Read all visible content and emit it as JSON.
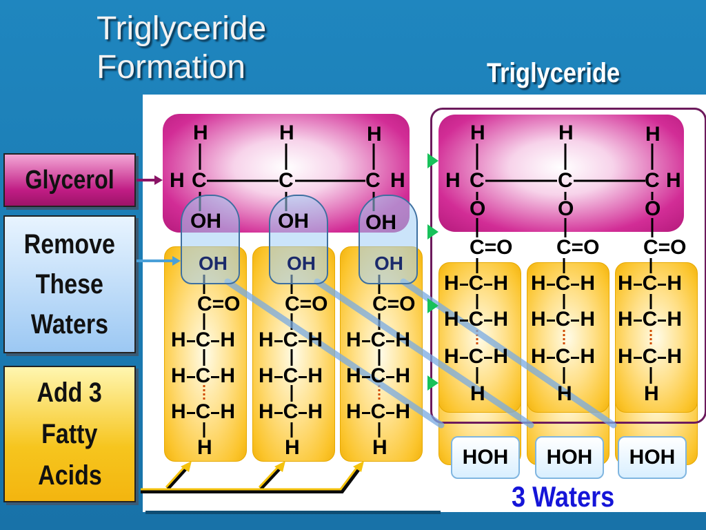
{
  "title": {
    "line1": "Triglyceride",
    "line2": "Formation"
  },
  "product_heading": "Triglyceride",
  "labels": {
    "glycerol": "Glycerol",
    "remove": [
      "Remove",
      "These",
      "Waters"
    ],
    "add": [
      "Add 3",
      "Fatty",
      "Acids"
    ]
  },
  "atoms": {
    "H": "H",
    "C": "C",
    "O": "O",
    "OH": "OH",
    "CO": "C=O"
  },
  "water_label": "HOH",
  "waters_caption": "3 Waters",
  "colors": {
    "background": "#1c7cb4",
    "glycerol": "#c01c84",
    "fatty_acid": "#fbc42b",
    "water": "#9cc8f3",
    "caption": "#1515d8",
    "outline": "#6c1a5c"
  }
}
